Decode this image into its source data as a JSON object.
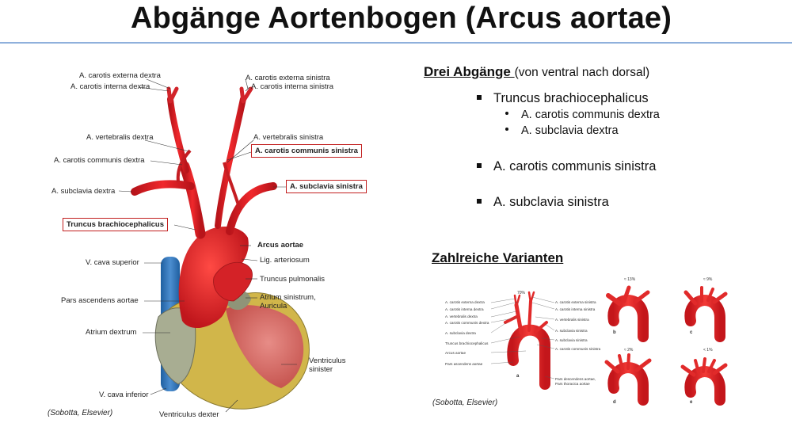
{
  "slide": {
    "title": "Abgänge Aortenbogen (Arcus aortae)"
  },
  "main_figure": {
    "labels": {
      "ext_dex": "A. carotis externa dextra",
      "int_dex": "A. carotis interna dextra",
      "ext_sin": "A. carotis externa sinistra",
      "int_sin": "A. carotis interna sinistra",
      "vert_dex": "A. vertebralis dextra",
      "vert_sin": "A. vertebralis sinistra",
      "ccd": "A. carotis  communis dextra",
      "ccs": "A. carotis communis sinistra",
      "sub_dex": "A. subclavia dextra",
      "sub_sin": "A. subclavia sinistra",
      "truncus": "Truncus brachiocephalicus",
      "arcus": "Arcus aortae",
      "lig": "Lig. arteriosum",
      "vcs": "V. cava superior",
      "tpulm": "Truncus pulmonalis",
      "pars": "Pars ascendens aortae",
      "atr_sin_1": "Atrium sinistrum,",
      "atr_sin_2": "Auricula",
      "atr_dex": "Atrium dextrum",
      "vent_sin_1": "Ventriculus",
      "vent_sin_2": "sinister",
      "vci": "V. cava inferior",
      "vent_dex": "Ventriculus dexter"
    },
    "credit": "(Sobotta, Elsevier)"
  },
  "right_text": {
    "heading_underlined": "Drei Abgänge ",
    "heading_rest": "(von ventral nach dorsal)",
    "items": [
      {
        "label": "Truncus brachiocephalicus",
        "sub": [
          "A. carotis communis dextra",
          "A. subclavia dextra"
        ]
      },
      {
        "label": "A. carotis communis sinistra"
      },
      {
        "label": "A. subclavia sinistra"
      }
    ],
    "varianten_heading": "Zahlreiche Varianten"
  },
  "variant_figure": {
    "percent_a": "70%",
    "labels_left": [
      "A. carotis externa dextra",
      "A. carotis interna dextra",
      "A. vertebralis dextra",
      "A. carotis communis dextra",
      "A. subclavia dextra",
      "Truncus brachiocephalicus",
      "Arcus aortae",
      "Pars ascendens aortae"
    ],
    "labels_right": [
      "A. carotis externa sinistra",
      "A. carotis interna sinistra",
      "A. vertebralis sinistra",
      "A. subclavia sinistra",
      "A. subclavia sinistra",
      "A. carotis communis sinistra"
    ],
    "bottom_label_1": "Pars descendens aortae,",
    "bottom_label_2": "Pars thoracica aortae",
    "letters": [
      "a",
      "b",
      "c",
      "d",
      "e"
    ],
    "percents": [
      "≈ 13%",
      "≈ 9%",
      "≈ 2%",
      "< 1%"
    ],
    "credit": "(Sobotta, Elsevier)"
  }
}
